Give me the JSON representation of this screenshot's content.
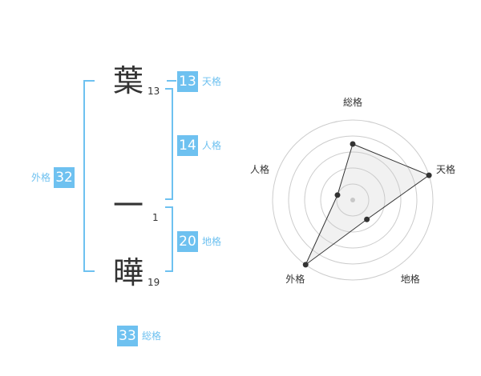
{
  "name": {
    "surname": [
      {
        "char": "葉",
        "strokes": "13"
      }
    ],
    "given": [
      {
        "char": "一",
        "strokes": "1"
      },
      {
        "char": "曄",
        "strokes": "19"
      }
    ]
  },
  "kakusu": {
    "tenkaku": {
      "label": "天格",
      "value": "13"
    },
    "jinkaku": {
      "label": "人格",
      "value": "14"
    },
    "chikaku": {
      "label": "地格",
      "value": "20"
    },
    "gaikaku": {
      "label": "外格",
      "value": "32"
    },
    "soukaku": {
      "label": "総格",
      "value": "33"
    }
  },
  "colors": {
    "accent": "#6ec1f0",
    "text": "#333333",
    "grid": "#cccccc"
  },
  "chart_data": {
    "type": "radar",
    "axes": [
      "総格",
      "天格",
      "地格",
      "外格",
      "人格"
    ],
    "scale_rings": 5,
    "rmax": 5,
    "values": [
      3.5,
      5,
      1.5,
      5,
      1
    ]
  }
}
